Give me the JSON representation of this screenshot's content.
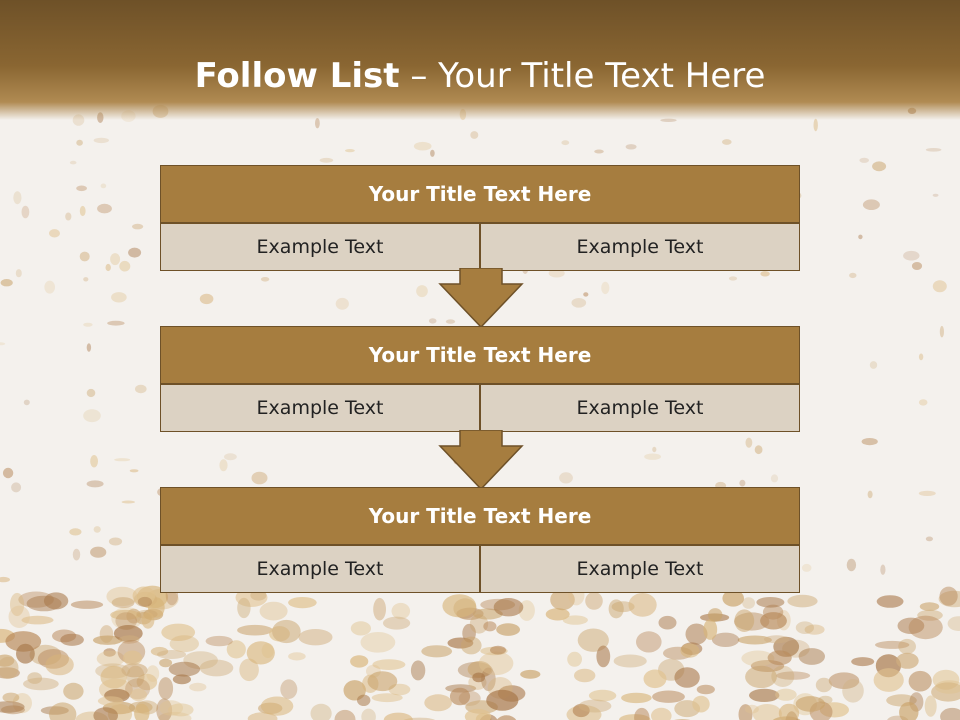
{
  "slide": {
    "title_bold": "Follow List",
    "title_rest": " – Your Title Text Here",
    "blocks": [
      {
        "title": "Your Title Text Here",
        "left": "Example Text",
        "right": "Example Text"
      },
      {
        "title": "Your Title Text Here",
        "left": "Example Text",
        "right": "Example Text"
      },
      {
        "title": "Your Title Text Here",
        "left": "Example Text",
        "right": "Example Text"
      }
    ]
  },
  "colors": {
    "header": "#7a5a2c",
    "block_title": "#a67d3f",
    "cell": "#dcd2c3",
    "border": "#6e5128",
    "arrow": "#a67d3f"
  }
}
